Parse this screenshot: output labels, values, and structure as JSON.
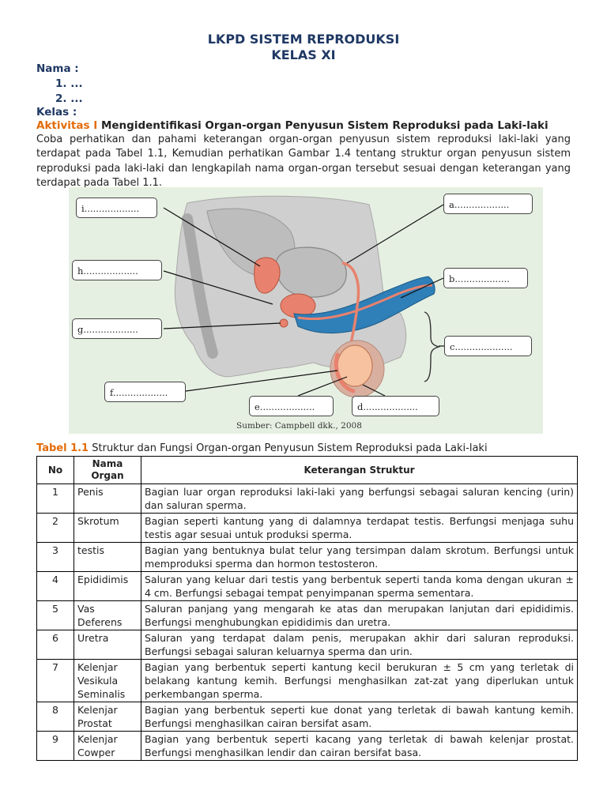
{
  "header": {
    "title_line1": "LKPD SISTEM REPRODUKSI",
    "title_line2": "KELAS XI"
  },
  "student": {
    "nama_label": "Nama :",
    "nama_items": [
      "1.   ...",
      "2.   ..."
    ],
    "kelas_label": "Kelas :"
  },
  "activity": {
    "label": "Aktivitas I",
    "title": "Mengidentifikasi Organ-organ Penyusun Sistem Reproduksi pada Laki-laki",
    "instructions": "Coba perhatikan dan pahami keterangan organ-organ penyusun sistem reproduksi laki-laki yang terdapat pada Tabel 1.1, Kemudian perhatikan Gambar 1.4 tentang struktur organ penyusun sistem reproduksi pada laki-laki dan lengkapilah nama organ-organ tersebut sesuai dengan keterangan yang terdapat pada Tabel 1.1."
  },
  "figure": {
    "labels": {
      "a": "a...................",
      "b": "b...................",
      "c": "c....................",
      "d": "d...................",
      "e": "e...................",
      "f": "f...................",
      "g": "g...................",
      "h": "h...................",
      "i": "i..................."
    },
    "source": "Sumber: Campbell dkk., 2008",
    "colors": {
      "background": "#e6f0e2",
      "tube": "#e8826e",
      "penis_blue": "#2f7fb8",
      "gray_body": "#c9c9c9"
    }
  },
  "table": {
    "caption_label": "Tabel 1.1",
    "caption_text": "Struktur dan Fungsi Organ-organ Penyusun Sistem Reproduksi pada Laki-laki",
    "headers": {
      "no": "No",
      "name": "Nama Organ",
      "desc": "Keterangan Struktur"
    },
    "rows": [
      {
        "no": "1",
        "name": "Penis",
        "desc": "Bagian luar organ reproduksi laki-laki yang berfungsi sebagai saluran kencing (urin) dan saluran sperma."
      },
      {
        "no": "2",
        "name": "Skrotum",
        "desc": "Bagian seperti kantung yang di dalamnya terdapat testis. Berfungsi menjaga suhu testis agar sesuai untuk produksi sperma."
      },
      {
        "no": "3",
        "name": "testis",
        "desc": "Bagian yang bentuknya bulat telur yang tersimpan dalam skrotum. Berfungsi untuk memproduksi sperma dan hormon testosteron."
      },
      {
        "no": "4",
        "name": "Epididimis",
        "desc": "Saluran yang keluar dari testis yang berbentuk seperti tanda koma dengan ukuran ± 4 cm. Berfungsi sebagai tempat penyimpanan sperma sementara."
      },
      {
        "no": "5",
        "name": "Vas Deferens",
        "desc": "Saluran panjang yang mengarah ke atas dan merupakan lanjutan dari epididimis. Berfungsi menghubungkan epididimis dan uretra."
      },
      {
        "no": "6",
        "name": "Uretra",
        "desc": "Saluran yang terdapat dalam penis, merupakan akhir dari saluran reproduksi. Berfungsi sebagai saluran keluarnya sperma dan urin."
      },
      {
        "no": "7",
        "name": "Kelenjar Vesikula Seminalis",
        "desc": "Bagian yang berbentuk seperti kantung kecil berukuran ± 5 cm yang terletak di belakang kantung kemih. Berfungsi menghasilkan zat-zat yang diperlukan untuk perkembangan sperma."
      },
      {
        "no": "8",
        "name": "Kelenjar Prostat",
        "desc": "Bagian yang berbentuk seperti kue donat yang terletak di bawah kantung kemih. Berfungsi menghasilkan cairan bersifat asam."
      },
      {
        "no": "9",
        "name": "Kelenjar Cowper",
        "desc": "Bagian yang berbentuk seperti kacang yang terletak di bawah kelenjar prostat. Berfungsi menghasilkan lendir dan cairan bersifat basa."
      }
    ]
  }
}
